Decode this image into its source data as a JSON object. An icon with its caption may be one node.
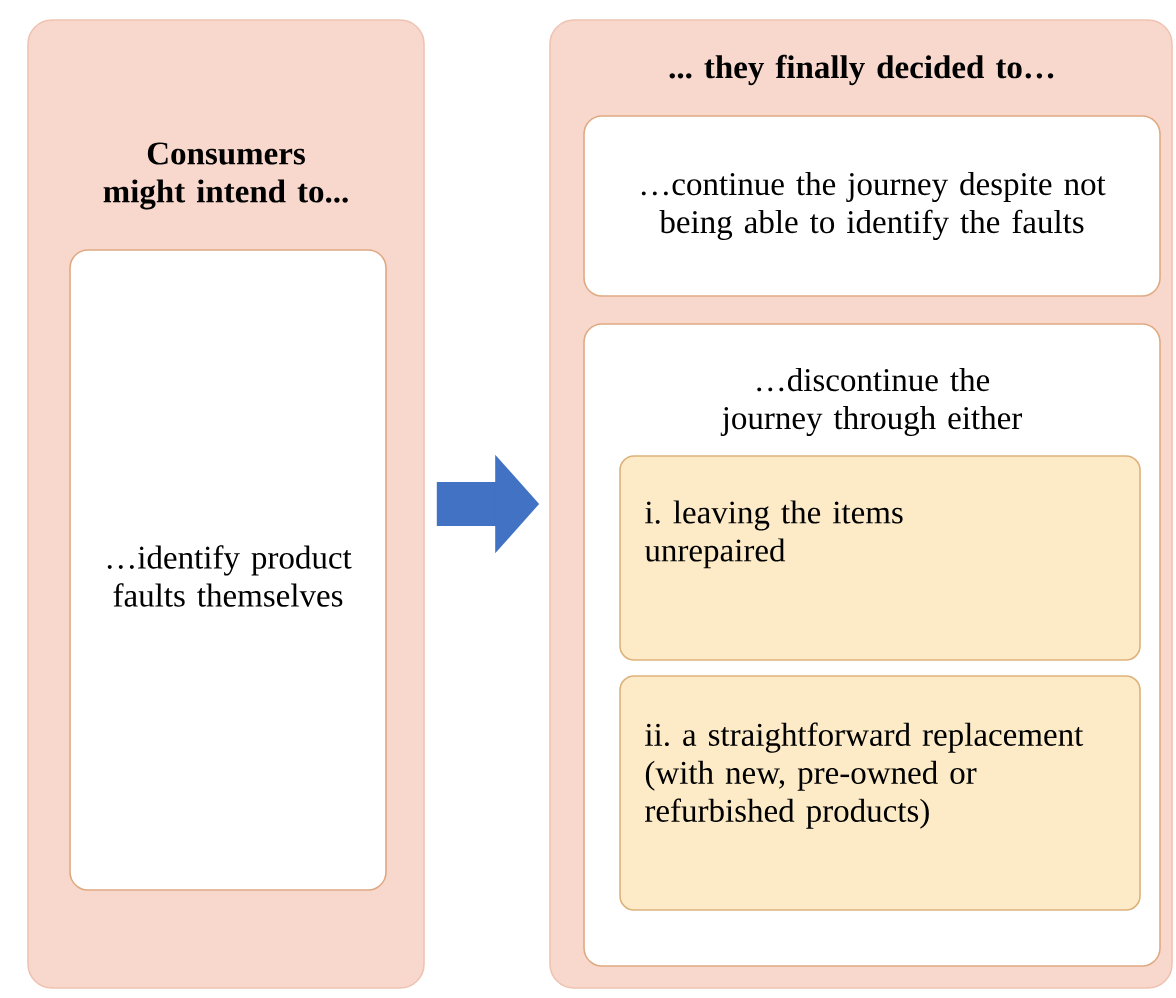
{
  "diagram": {
    "nodes": [
      {
        "text": [
          "Consumers might intend to..."
        ]
      },
      {
        "text": [
          "…identify product faults themselves"
        ],
        "in": 0
      },
      {
        "text": [
          "... they finally decided to…"
        ]
      },
      {
        "text": [
          "…continue the journey despite not being able to identify the faults"
        ],
        "in": 2
      },
      {
        "text": [
          "…discontinue the journey through either"
        ],
        "in": 2
      },
      {
        "text": [
          "i. leaving the items unrepaired"
        ],
        "in": 4
      },
      {
        "text": [
          "ii. a straightforward replacement (with new, pre-owned or refurbished products)"
        ],
        "in": 4
      }
    ],
    "edges": [
      {
        "from": 0,
        "to": 2,
        "arrow": "to"
      }
    ]
  }
}
